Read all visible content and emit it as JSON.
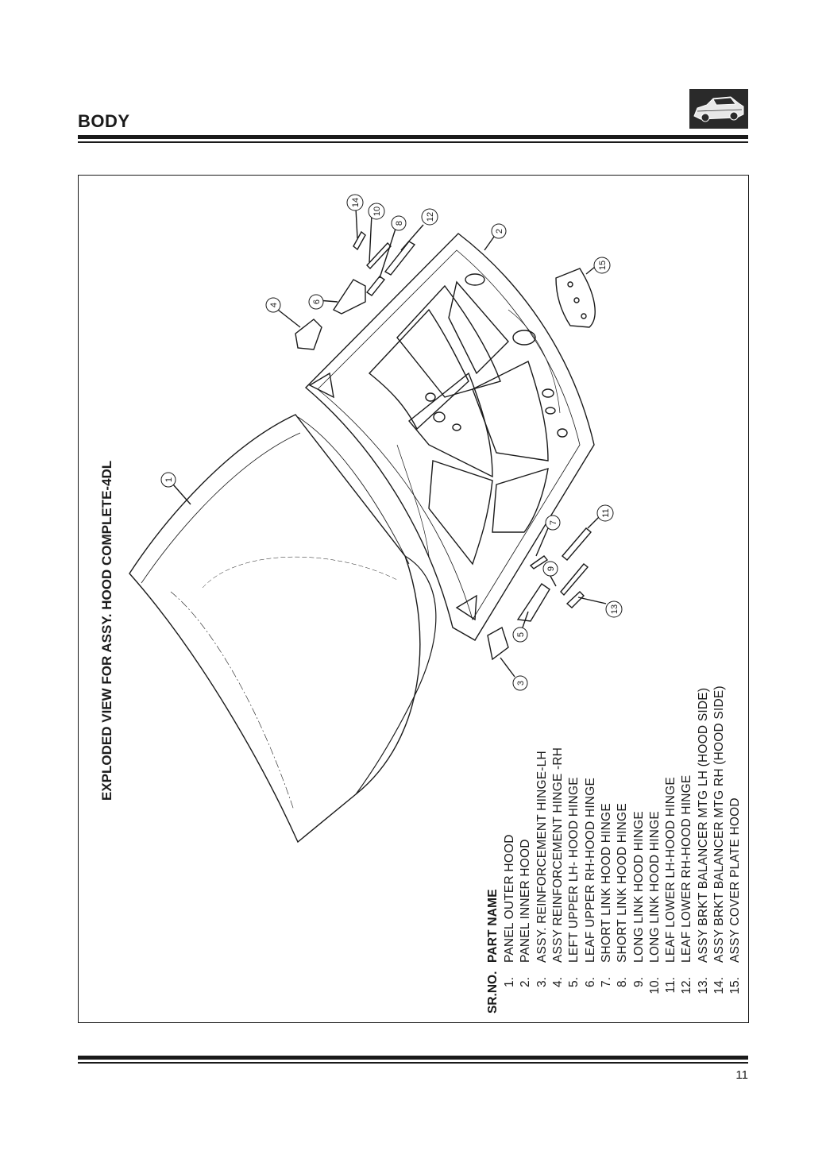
{
  "header": {
    "title": "BODY",
    "icon": "car-icon"
  },
  "drawing": {
    "title": "EXPLODED VIEW FOR  ASSY.  HOOD COMPLETE-4DL",
    "callouts": [
      "1",
      "2",
      "3",
      "4",
      "5",
      "6",
      "7",
      "8",
      "9",
      "10",
      "11",
      "12",
      "13",
      "14",
      "15"
    ]
  },
  "parts_table": {
    "col_no": "SR.NO.",
    "col_name": "PART NAME",
    "rows": [
      {
        "no": "1.",
        "name": "PANEL OUTER HOOD"
      },
      {
        "no": "2.",
        "name": "PANEL INNER HOOD"
      },
      {
        "no": "3.",
        "name": "ASSY. REINFORCEMENT HINGE-LH"
      },
      {
        "no": "4.",
        "name": "ASSY REINFORCEMENT HINGE -RH"
      },
      {
        "no": "5.",
        "name": "LEFT UPPER LH- HOOD HINGE"
      },
      {
        "no": "6.",
        "name": "LEAF UPPER RH-HOOD HINGE"
      },
      {
        "no": "7.",
        "name": "SHORT LINK HOOD HINGE"
      },
      {
        "no": "8.",
        "name": "SHORT LINK HOOD HINGE"
      },
      {
        "no": "9.",
        "name": "LONG LINK HOOD HINGE"
      },
      {
        "no": "10.",
        "name": "LONG LINK HOOD HINGE"
      },
      {
        "no": "11.",
        "name": "LEAF LOWER LH-HOOD HINGE"
      },
      {
        "no": "12.",
        "name": "LEAF LOWER RH-HOOD HINGE"
      },
      {
        "no": "13.",
        "name": "ASSY BRKT BALANCER MTG LH (HOOD SIDE)"
      },
      {
        "no": "14.",
        "name": "ASSY BRKT BALANCER MTG RH (HOOD SIDE)"
      },
      {
        "no": "15.",
        "name": "ASSY COVER PLATE HOOD"
      }
    ]
  },
  "footer": {
    "page_number": "11"
  }
}
